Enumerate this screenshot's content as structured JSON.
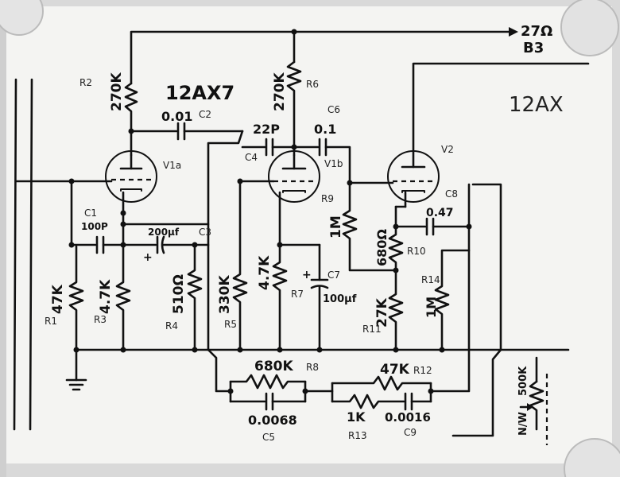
{
  "top_right": {
    "line1": "27Ω",
    "line2": "B3",
    "title": "12AX"
  },
  "tubes": {
    "v1a": {
      "type": "12AX7",
      "label": "V1a"
    },
    "v1b": {
      "label": "V1b"
    },
    "v2": {
      "label": "V2"
    }
  },
  "components": {
    "r1": {
      "value": "47K",
      "ref": "R1"
    },
    "r2": {
      "value": "270K",
      "ref": "R2"
    },
    "r3": {
      "value": "4.7K",
      "ref": "R3"
    },
    "r4": {
      "value": "510Ω",
      "ref": "R4"
    },
    "r5": {
      "value": "330K",
      "ref": "R5"
    },
    "r6": {
      "value": "270K",
      "ref": "R6"
    },
    "r7": {
      "value": "4.7K",
      "ref": "R7"
    },
    "r8": {
      "value": "680K",
      "ref": "R8"
    },
    "r9": {
      "value": "1M",
      "ref": "R9"
    },
    "r10": {
      "value": "680Ω",
      "ref": "R10"
    },
    "r11": {
      "value": "27K",
      "ref": "R11"
    },
    "r12": {
      "value": "47K",
      "ref": "R12"
    },
    "r13": {
      "value": "1K",
      "ref": "R13"
    },
    "r14": {
      "value": "1M",
      "ref": "R14"
    },
    "c1": {
      "value": "100P",
      "ref": "C1"
    },
    "c2": {
      "value": "0.01",
      "ref": "C2"
    },
    "c3": {
      "value": "200μf",
      "ref": "C3"
    },
    "c4": {
      "value": "22P",
      "ref": "C4"
    },
    "c5": {
      "value": "0.0068",
      "ref": "C5"
    },
    "c6": {
      "value": "0.1",
      "ref": "C6"
    },
    "c7": {
      "value": "100μf",
      "ref": "C7"
    },
    "c8": {
      "value": "0.47",
      "ref": "C8"
    },
    "c9": {
      "value": "0.0016",
      "ref": "C9"
    },
    "pot": {
      "value": "500K",
      "type": "N/W"
    }
  },
  "polarity": {
    "plus": "+"
  }
}
